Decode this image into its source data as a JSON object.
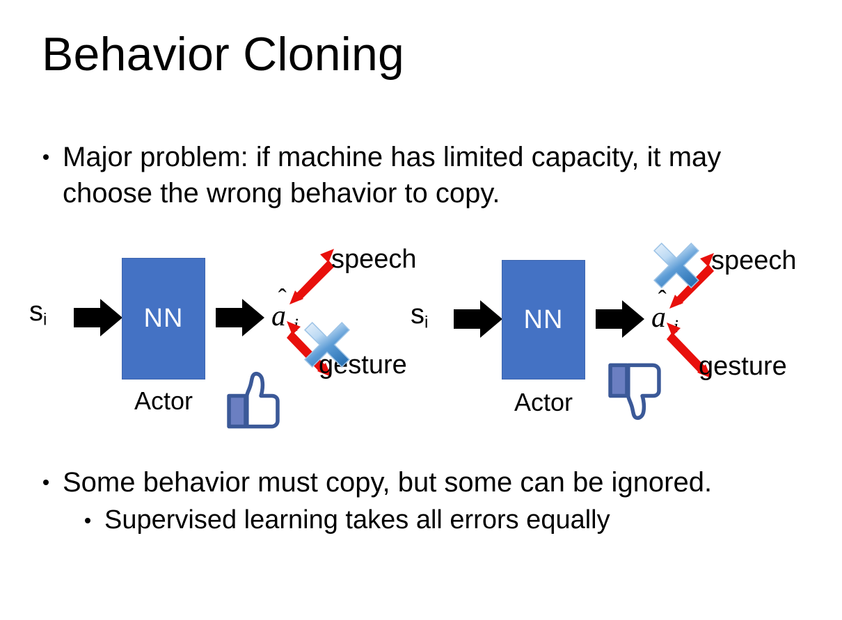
{
  "slide": {
    "title": "Behavior Cloning",
    "background_color": "#FFFFFF"
  },
  "bullets_top": [
    {
      "level": 1,
      "text": "Major problem: if machine has limited capacity, it may choose the wrong behavior to copy."
    }
  ],
  "bullets_bottom": [
    {
      "level": 1,
      "text": "Some behavior must copy, but some can be ignored."
    },
    {
      "level": 2,
      "text": "Supervised learning takes all errors equally"
    }
  ],
  "colors": {
    "nn_box_fill": "#4472C4",
    "nn_box_text": "#FFFFFF",
    "red_arrow": "#E8100C",
    "cross_blue_light": "#CFE3F7",
    "cross_blue_mid": "#5B9BD5",
    "cross_blue_dark": "#2E75B6",
    "thumb_outline": "#3B5998",
    "thumb_fill": "#FFFFFF",
    "thumb_cuff": "#6B7FC2",
    "arrow_black": "#000000"
  },
  "diagrams": [
    {
      "id": "left",
      "state_label": "s",
      "state_subscript": "i",
      "nn_label": "NN",
      "actor_label": "Actor",
      "action_label": "a",
      "action_subscript": "i",
      "action_accent": "hat",
      "branch_upper": "speech",
      "branch_lower": "gesture",
      "crossed_branch": "gesture",
      "feedback_icon": "thumbs-up"
    },
    {
      "id": "right",
      "state_label": "s",
      "state_subscript": "i",
      "nn_label": "NN",
      "actor_label": "Actor",
      "action_label": "a",
      "action_subscript": "i",
      "action_accent": "hat",
      "branch_upper": "speech",
      "branch_lower": "gesture",
      "crossed_branch": "speech",
      "feedback_icon": "thumbs-down"
    }
  ]
}
